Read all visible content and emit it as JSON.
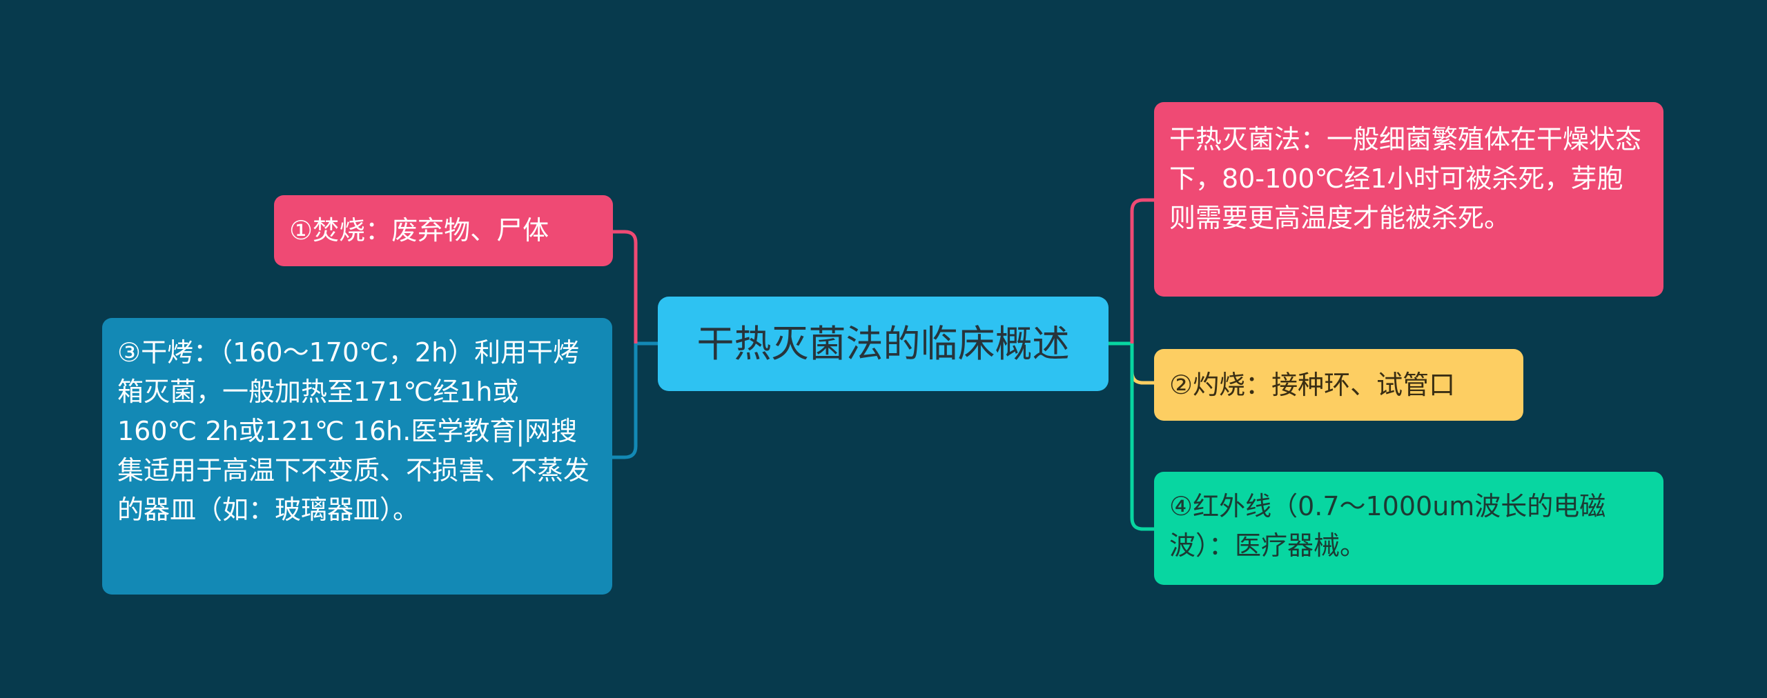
{
  "colors": {
    "background": "#073a4d",
    "center": "#2ec2f2",
    "pink": "#ef4a74",
    "blue": "#1389b5",
    "yellow": "#fdce62",
    "green": "#08d6a1"
  },
  "center": {
    "label": "干热灭菌法的临床概述"
  },
  "left": [
    {
      "id": "n1",
      "label": "①焚烧：废弃物、尸体",
      "color": "#ef4a74"
    },
    {
      "id": "n3",
      "label": "③干烤：（160～170℃，2h）利用干烤箱灭菌，一般加热至171℃经1h或160℃ 2h或121℃ 16h.医学教育|网搜集适用于高温下不变质、不损害、不蒸发的器皿（如：玻璃器皿）。",
      "color": "#1389b5"
    }
  ],
  "right": [
    {
      "id": "n0",
      "label": "干热灭菌法：一般细菌繁殖体在干燥状态下，80-100℃经1小时可被杀死，芽胞则需要更高温度才能被杀死。",
      "color": "#ef4a74"
    },
    {
      "id": "n2",
      "label": "②灼烧：接种环、试管口",
      "color": "#fdce62"
    },
    {
      "id": "n4",
      "label": "④红外线（0.7～1000um波长的电磁波）：医疗器械。",
      "color": "#08d6a1"
    }
  ]
}
